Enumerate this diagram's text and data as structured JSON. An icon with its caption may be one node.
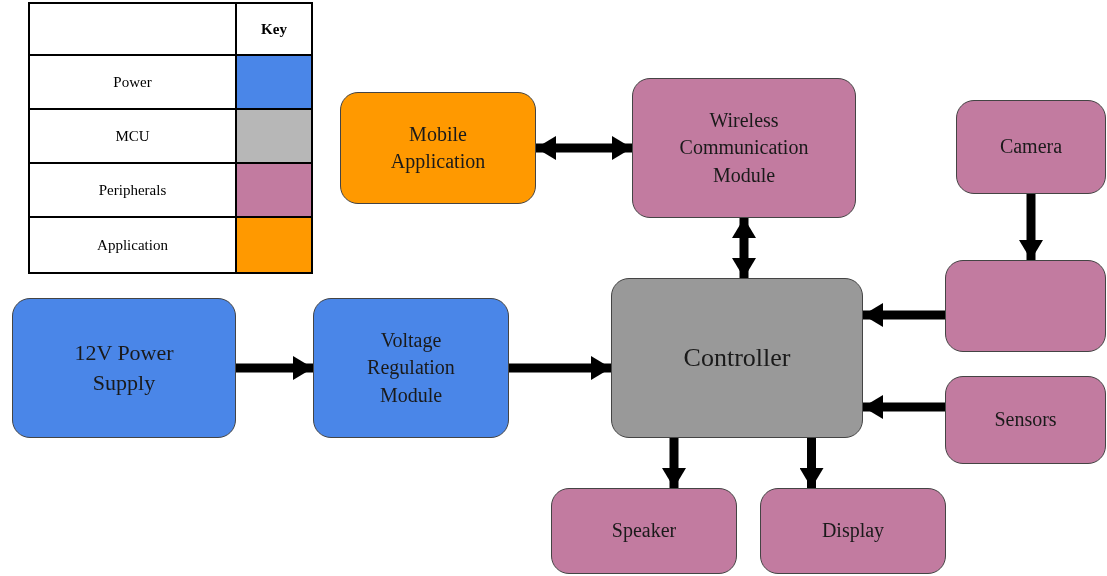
{
  "diagram": {
    "nodes": [
      {
        "text": [
          "Mobile Application"
        ]
      },
      {
        "text": [
          "Wireless Communication Module"
        ]
      },
      {
        "text": [
          "Camera"
        ]
      },
      {
        "text": [],
        "shape": "box"
      },
      {
        "text": [
          "12V Power Supply"
        ]
      },
      {
        "text": [
          "Voltage Regulation Module"
        ]
      },
      {
        "text": [
          "Controller"
        ]
      },
      {
        "text": [
          "Sensors"
        ]
      },
      {
        "text": [
          "Speaker"
        ]
      },
      {
        "text": [
          "Display"
        ]
      }
    ],
    "edges": [
      {
        "from": 0,
        "to": 1,
        "arrow": "both"
      },
      {
        "from": 1,
        "to": 6,
        "arrow": "both"
      },
      {
        "from": 2,
        "to": 3,
        "arrow": "to"
      },
      {
        "from": 3,
        "to": 6,
        "arrow": "to"
      },
      {
        "from": 7,
        "to": 6,
        "arrow": "to"
      },
      {
        "from": 4,
        "to": 5,
        "arrow": "to"
      },
      {
        "from": 5,
        "to": 6,
        "arrow": "to"
      },
      {
        "from": 6,
        "to": 8,
        "arrow": "to"
      },
      {
        "from": 6,
        "to": 9,
        "arrow": "to"
      }
    ],
    "labels": [
      "Key"
    ],
    "legend": [
      {
        "text": "Power",
        "color": "#4a86e8"
      },
      {
        "text": "MCU",
        "color": "#b7b7b7"
      },
      {
        "text": "Peripherals",
        "color": "#c27ba0"
      },
      {
        "text": "Application",
        "color": "#ff9900"
      }
    ]
  }
}
